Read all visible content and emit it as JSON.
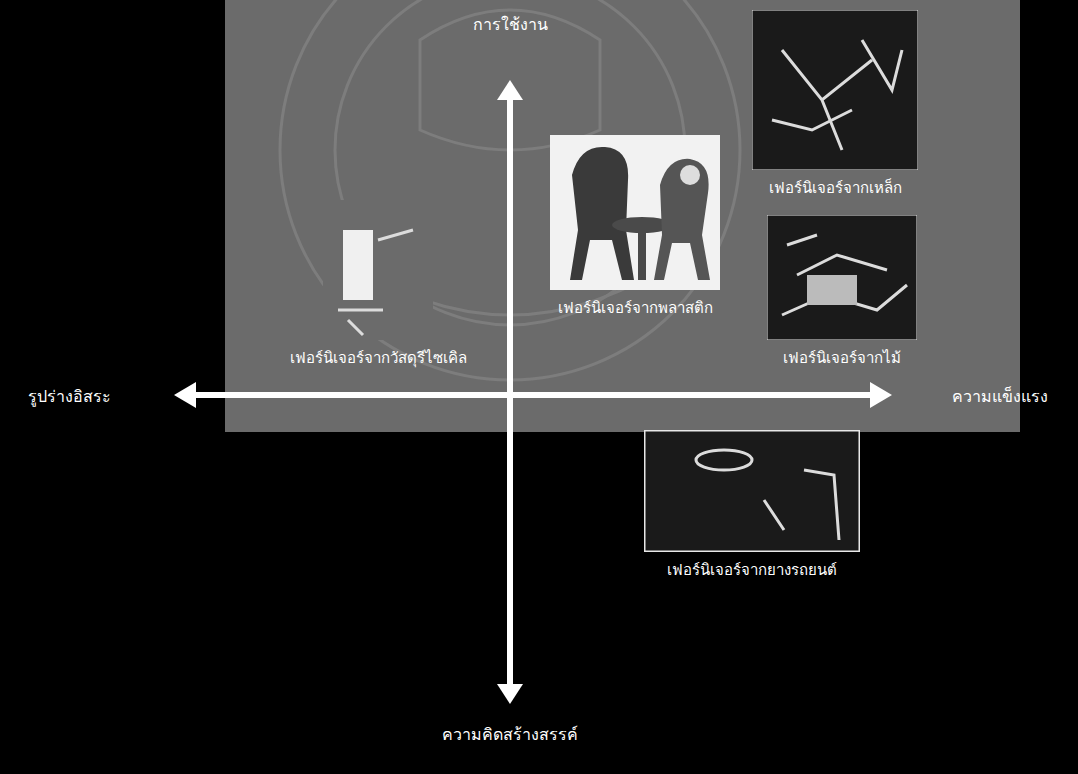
{
  "diagram": {
    "nodes": [
      {
        "text": [
          "เฟอร์นิเจอร์จากเหล็ก"
        ]
      },
      {
        "text": [
          "เฟอร์นิเจอร์จากพลาสติก"
        ]
      },
      {
        "text": [
          "เฟอร์นิเจอร์จากวัสดุรีไซเคิล"
        ]
      },
      {
        "text": [
          "เฟอร์นิเจอร์จากไม้"
        ]
      },
      {
        "text": [
          "เฟอร์นิเจอร์จากยางรถยนต์"
        ]
      }
    ],
    "labels": [
      "การใช้งาน",
      "รูปร่างอิสระ",
      "ความแข็งแรง",
      "ความคิดสร้างสรรค์"
    ]
  }
}
